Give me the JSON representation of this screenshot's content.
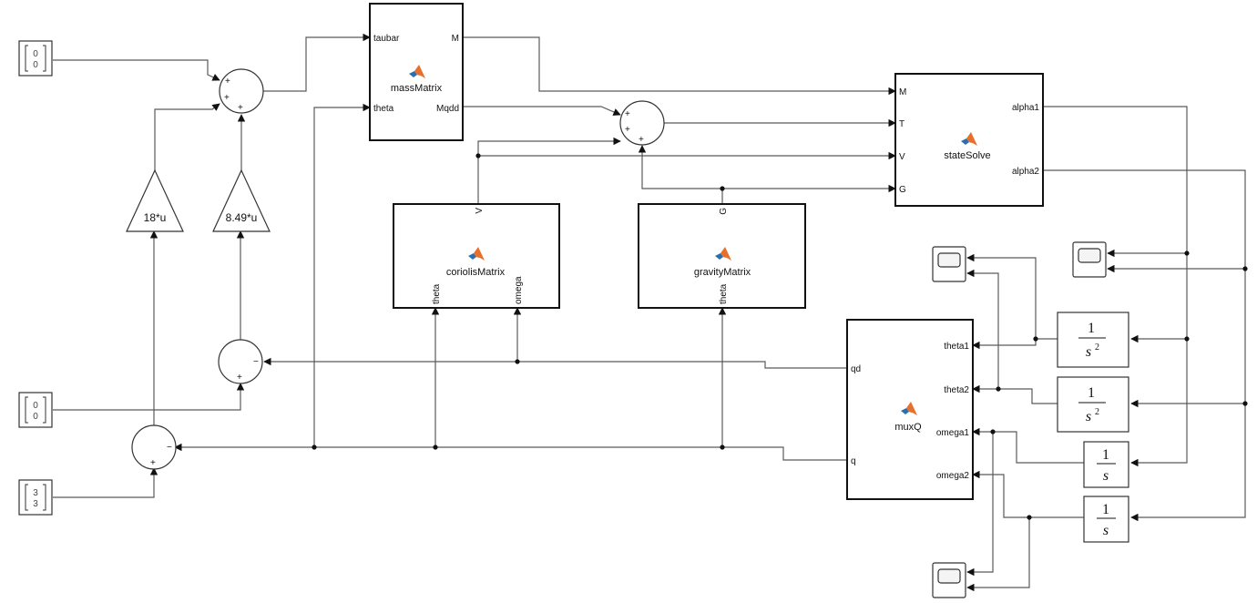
{
  "blocks": {
    "massMatrix": {
      "name": "massMatrix",
      "in1": "taubar",
      "in2": "theta",
      "out1": "M",
      "out2": "Mqdd"
    },
    "stateSolve": {
      "name": "stateSolve",
      "in1": "M",
      "in2": "T",
      "in3": "V",
      "in4": "G",
      "out1": "alpha1",
      "out2": "alpha2"
    },
    "coriolisMatrix": {
      "name": "coriolisMatrix",
      "out": "V",
      "in1": "theta",
      "in2": "omega"
    },
    "gravityMatrix": {
      "name": "gravityMatrix",
      "out": "G",
      "in1": "theta"
    },
    "muxQ": {
      "name": "muxQ",
      "in1": "qd",
      "in2": "q",
      "out1": "theta1",
      "out2": "theta2",
      "out3": "omega1",
      "out4": "omega2"
    }
  },
  "gains": {
    "g1": "18*u",
    "g2": "8.49*u"
  },
  "constants": {
    "c1": [
      "0",
      "0"
    ],
    "c2": [
      "0",
      "0"
    ],
    "c3": [
      "3",
      "3"
    ]
  },
  "sums": {
    "sum_top": [
      "+",
      "+",
      "+"
    ],
    "sum_mid": [
      "+",
      "+",
      "+"
    ],
    "sum_qd": [
      "−",
      "+"
    ],
    "sum_q": [
      "−",
      "+"
    ]
  },
  "integrators": {
    "i1": {
      "num": "1",
      "den": "s",
      "exp": "2"
    },
    "i2": {
      "num": "1",
      "den": "s",
      "exp": "2"
    },
    "i3": {
      "num": "1",
      "den": "s"
    },
    "i4": {
      "num": "1",
      "den": "s"
    }
  }
}
